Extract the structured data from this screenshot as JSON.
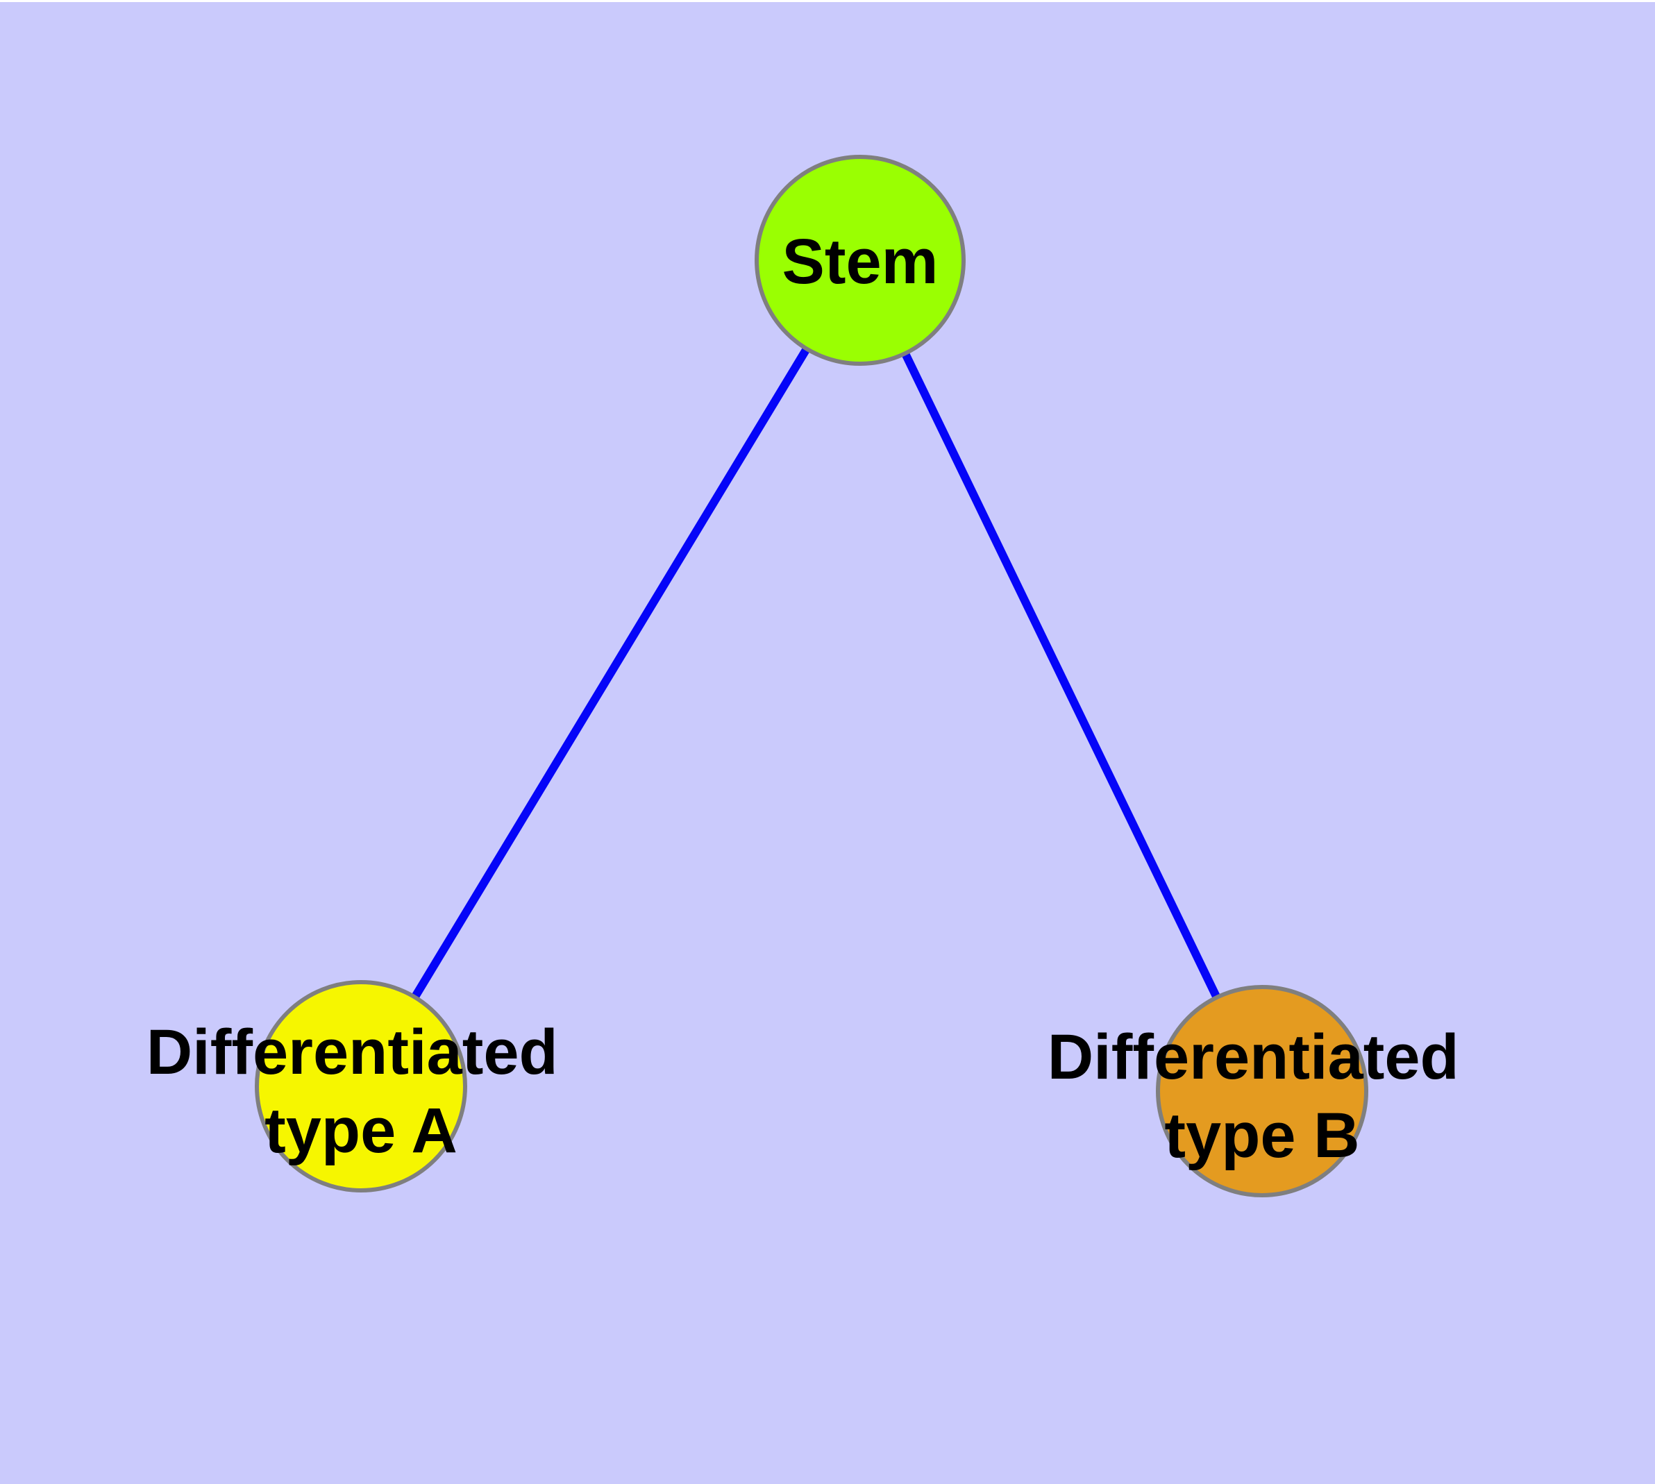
{
  "diagram": {
    "background_color": "#cacafc",
    "top_border_color": "#ffffff",
    "label_color": "#000000",
    "node_border_color": "#7f7f7f",
    "edge_color": "#0505f8",
    "nodes": [
      {
        "id": "stem",
        "label": "Stem",
        "lines": [
          "Stem",
          ""
        ],
        "fill": "#9aff02"
      },
      {
        "id": "diff-a",
        "label": "Differentiated type A",
        "lines": [
          "Differentiated",
          "type A"
        ],
        "fill": "#f6f600"
      },
      {
        "id": "diff-b",
        "label": "Differentiated type B",
        "lines": [
          "Differentiated",
          "type B"
        ],
        "fill": "#e49b20"
      }
    ],
    "edges": [
      {
        "from": "stem",
        "to": "diff-a"
      },
      {
        "from": "stem",
        "to": "diff-b"
      }
    ]
  }
}
